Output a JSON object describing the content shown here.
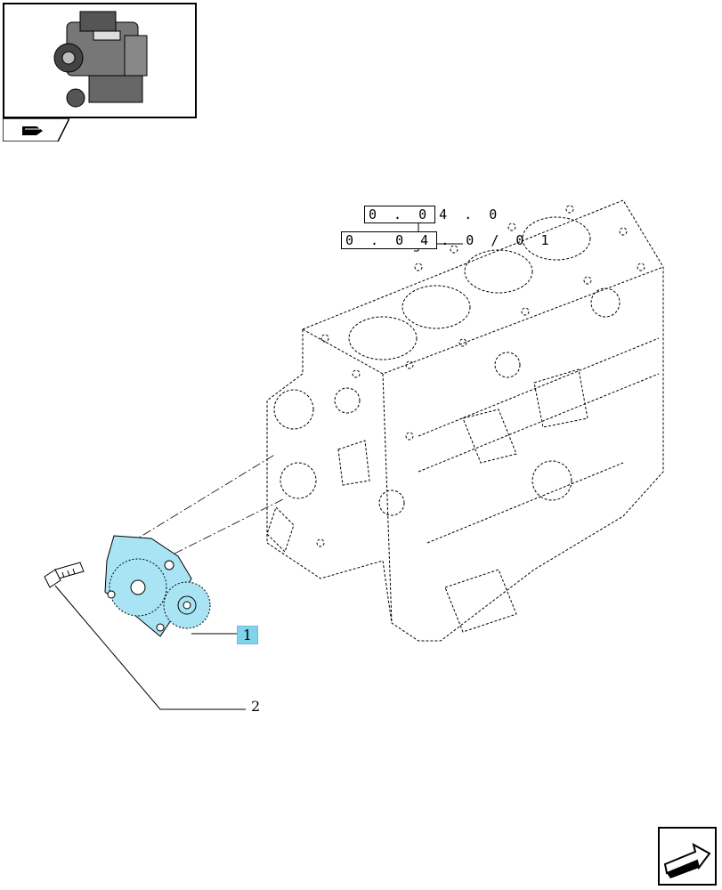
{
  "references": [
    {
      "boxed": "0 . 0",
      "rest": "4 . 0"
    },
    {
      "boxed": "0 . 0 4",
      "rest": ". 0 / 0 1"
    }
  ],
  "callouts": [
    "1",
    "2"
  ],
  "colors": {
    "highlight": "#7fd3ea",
    "line": "#000000",
    "part": "#a9e4f5"
  },
  "icons": [
    "engine-thumbnail-icon",
    "book-arrow-icon",
    "next-page-arrow-icon"
  ]
}
